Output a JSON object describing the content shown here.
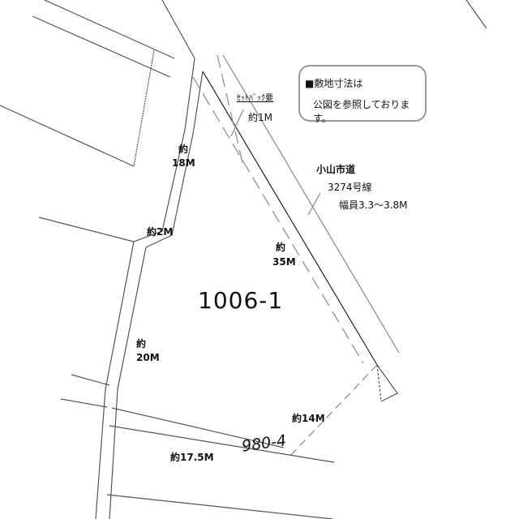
{
  "lot_number": "1006-1",
  "adjacent_lot": "980-4",
  "note": {
    "line1": "■敷地寸法は",
    "line2": "公図を参照しております。"
  },
  "setback": {
    "label": "ｾｯﾄﾊﾞｯｸ要",
    "distance": "約1M"
  },
  "road": {
    "name": "小山市道",
    "number": "3274号線",
    "width": "幅員3.3～3.8M"
  },
  "dimensions": {
    "d18_a": "約",
    "d18_b": "18M",
    "d2": "約2M",
    "d35_a": "約",
    "d35_b": "35M",
    "d20_a": "約",
    "d20_b": "20M",
    "d14": "約14M",
    "d175": "約17.5M"
  }
}
